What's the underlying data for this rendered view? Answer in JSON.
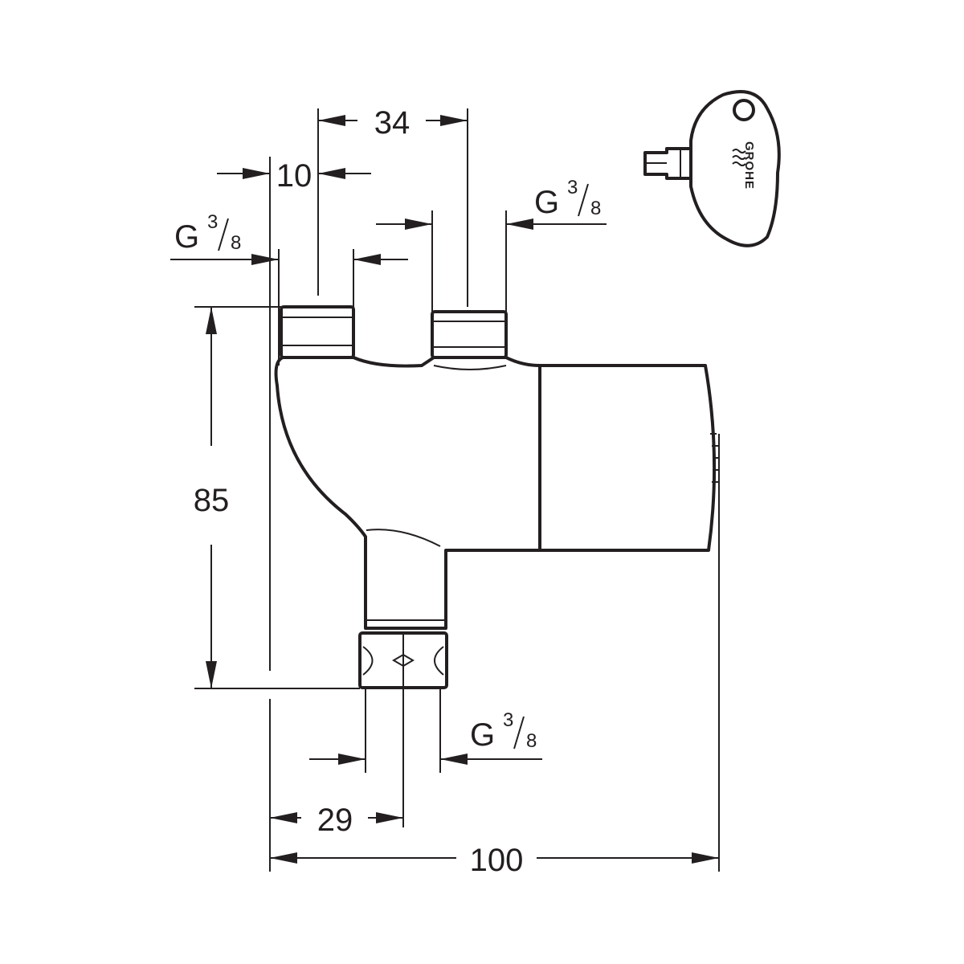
{
  "dimensions": {
    "top_span": "34",
    "inlet_offset": "10",
    "height": "85",
    "outlet_offset": "29",
    "total_width": "100"
  },
  "threads": {
    "left_inlet": {
      "main": "G",
      "num": "3",
      "den": "8"
    },
    "right_inlet": {
      "main": "G",
      "num": "3",
      "den": "8"
    },
    "bottom_outlet": {
      "main": "G",
      "num": "3",
      "den": "8"
    }
  },
  "key": {
    "brand": "GROHE"
  },
  "colors": {
    "line": "#231f20",
    "background": "#ffffff"
  }
}
